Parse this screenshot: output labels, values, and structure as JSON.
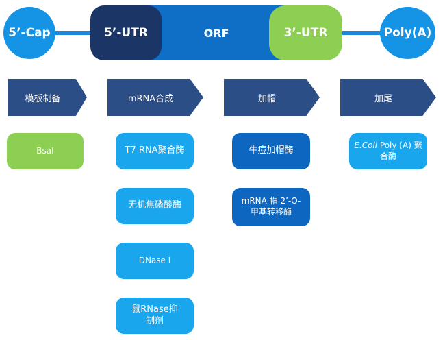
{
  "structure": {
    "cap5": "5’-Cap",
    "utr5": "5’-UTR",
    "orf": "ORF",
    "utr3": "3’-UTR",
    "polya": "Poly(A)"
  },
  "steps": [
    {
      "label": "模板制备",
      "enzymes": [
        "BsaI"
      ]
    },
    {
      "label": "mRNA合成",
      "enzymes": [
        "T7 RNA聚合酶",
        "无机焦磷酸酶",
        "DNase I",
        "鼠RNase抑制剂"
      ]
    },
    {
      "label": "加帽",
      "enzymes": [
        "牛痘加帽酶",
        "mRNA 帽 2’-O-甲基转移酶"
      ]
    },
    {
      "label": "加尾",
      "enzymes": [
        {
          "italic": "E.Coli",
          "rest": " Poly (A) 聚合酶"
        }
      ]
    }
  ],
  "colors": {
    "circle": "#1594e6",
    "orf": "#0f6fc6",
    "utr5": "#1b3566",
    "utr3": "#8dcf52",
    "chevron": "#2c4e87",
    "box_light": "#1aa6ec",
    "box_dark": "#0d67c0",
    "box_green": "#8dcf52"
  }
}
